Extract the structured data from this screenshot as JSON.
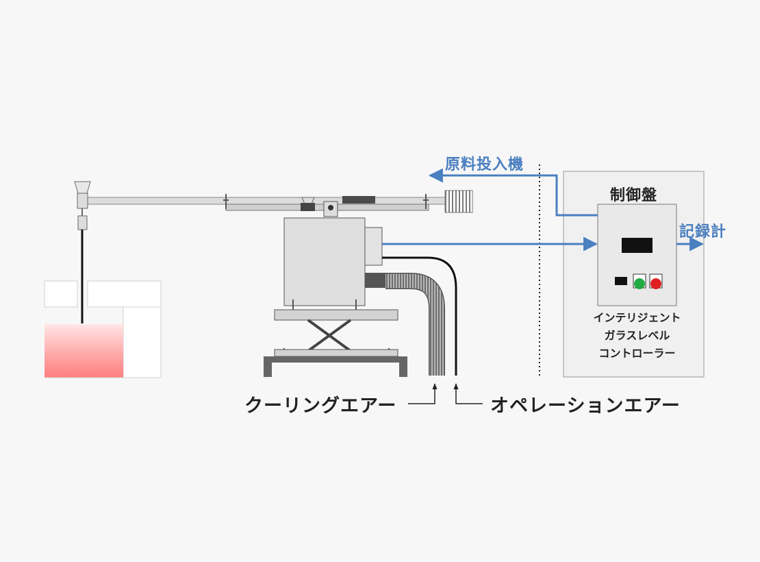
{
  "labels": {
    "raw_material_feeder": "原料投入機",
    "control_panel": "制御盤",
    "recorder": "記録計",
    "controller_line1": "インテリジェント",
    "controller_line2": "ガラスレベル",
    "controller_line3": "コントローラー",
    "cooling_air": "クーリングエアー",
    "operation_air": "オペレーションエアー"
  },
  "colors": {
    "background": "#f7f7f7",
    "signal_blue": "#4a7fc0",
    "molten_glass": "#ff8a8a",
    "lamp_green": "#22aa44",
    "lamp_red": "#e02020"
  }
}
